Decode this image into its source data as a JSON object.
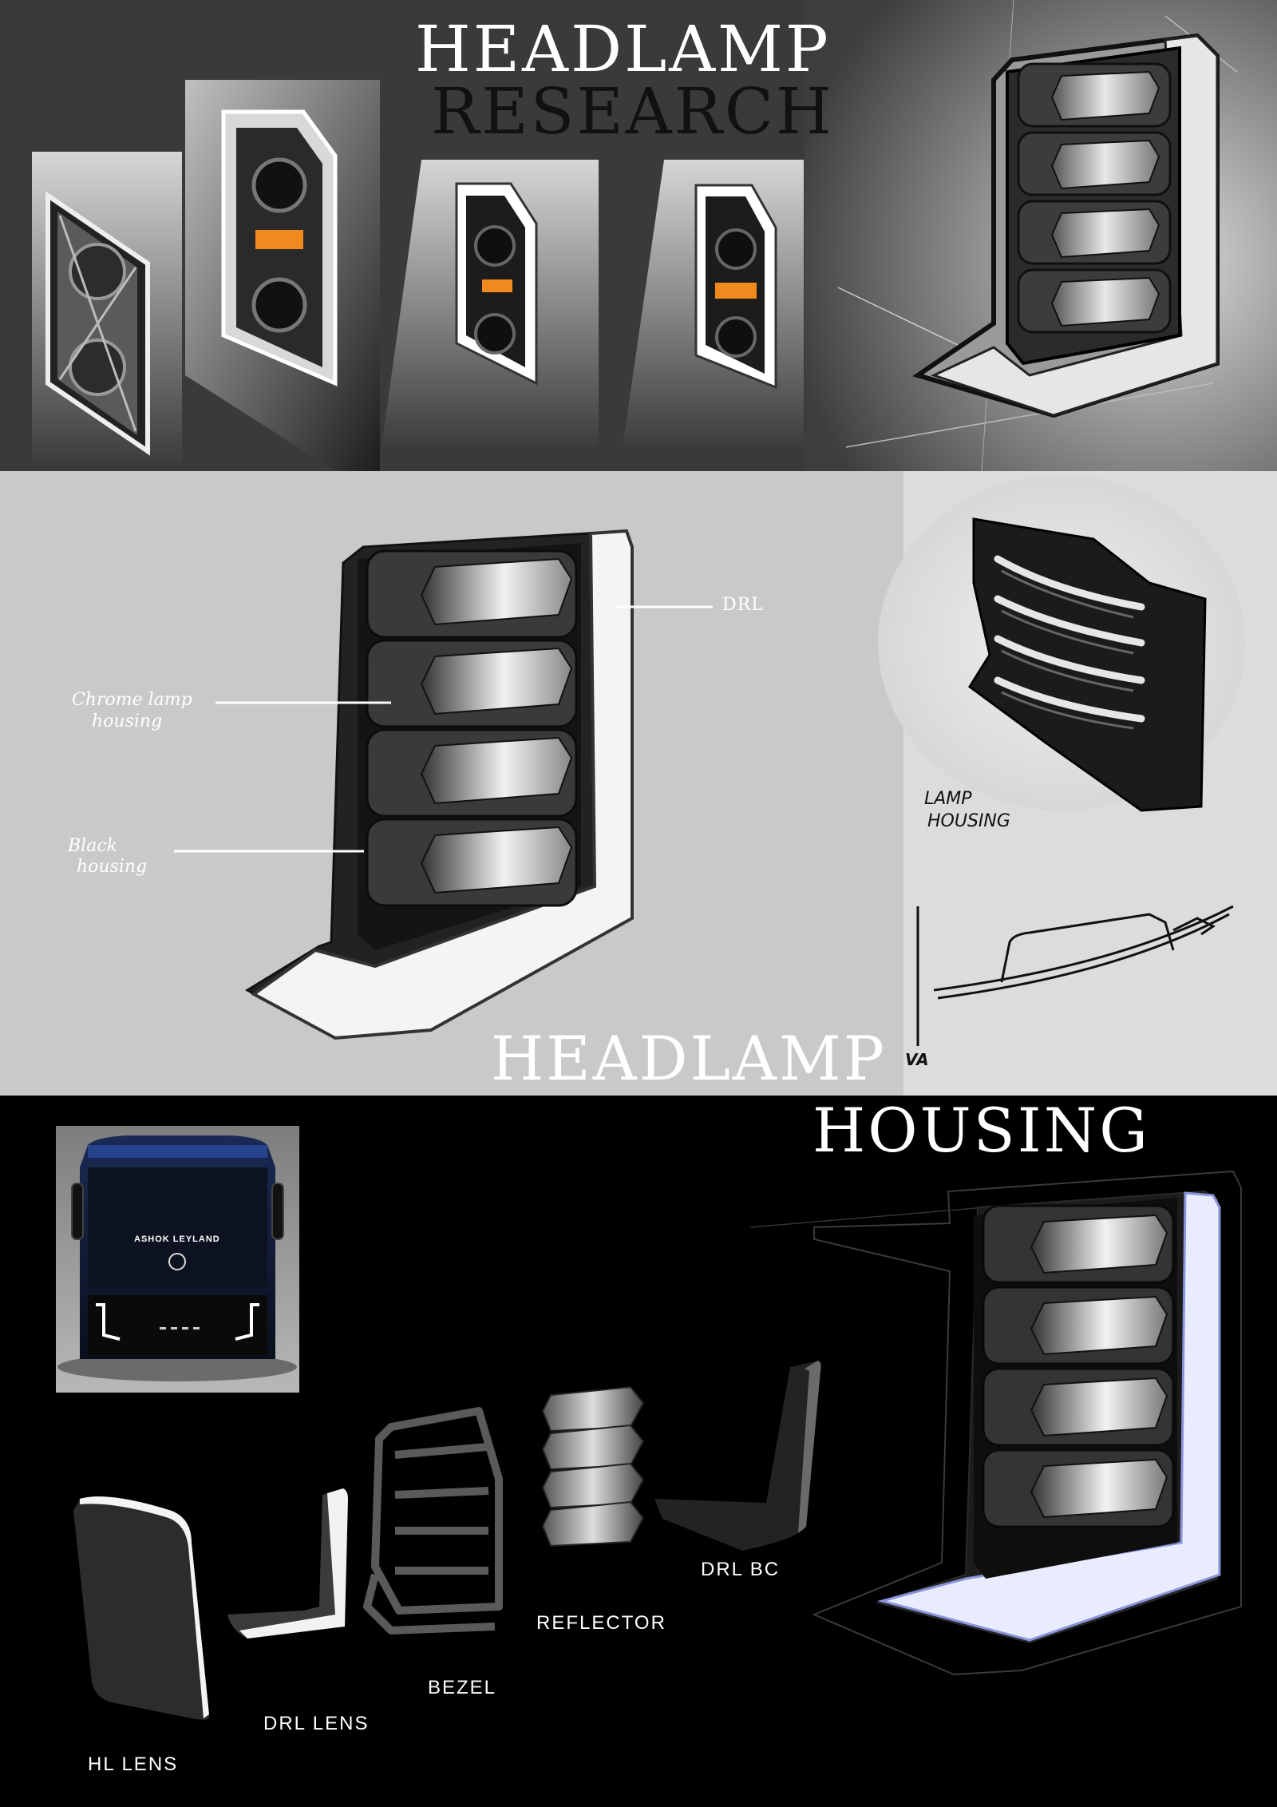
{
  "research": {
    "title_line1": "HEADLAMP",
    "title_line2": "RESEARCH"
  },
  "callouts": {
    "drl": "DRL",
    "chrome_line1": "Chrome lamp",
    "chrome_line2": "housing",
    "black_line1": "Black",
    "black_line2": "housing",
    "lamp_housing_line1": "LAMP",
    "lamp_housing_line2": "HOUSING",
    "va": "VA"
  },
  "housing_title": {
    "line1": "HEADLAMP",
    "line2": "HOUSING"
  },
  "truck_badge": "ASHOK LEYLAND",
  "components": [
    {
      "label": "HL LENS"
    },
    {
      "label": "DRL LENS"
    },
    {
      "label": "BEZEL"
    },
    {
      "label": "REFLECTOR"
    },
    {
      "label": "DRL BC"
    }
  ],
  "colors": {
    "research_bg": "#3a3a3a",
    "callout_bg": "#c9c9c9",
    "housing_bg": "#000000",
    "amber_indicator": "#f08a1e",
    "drl_glow": "#dfe4ff"
  }
}
